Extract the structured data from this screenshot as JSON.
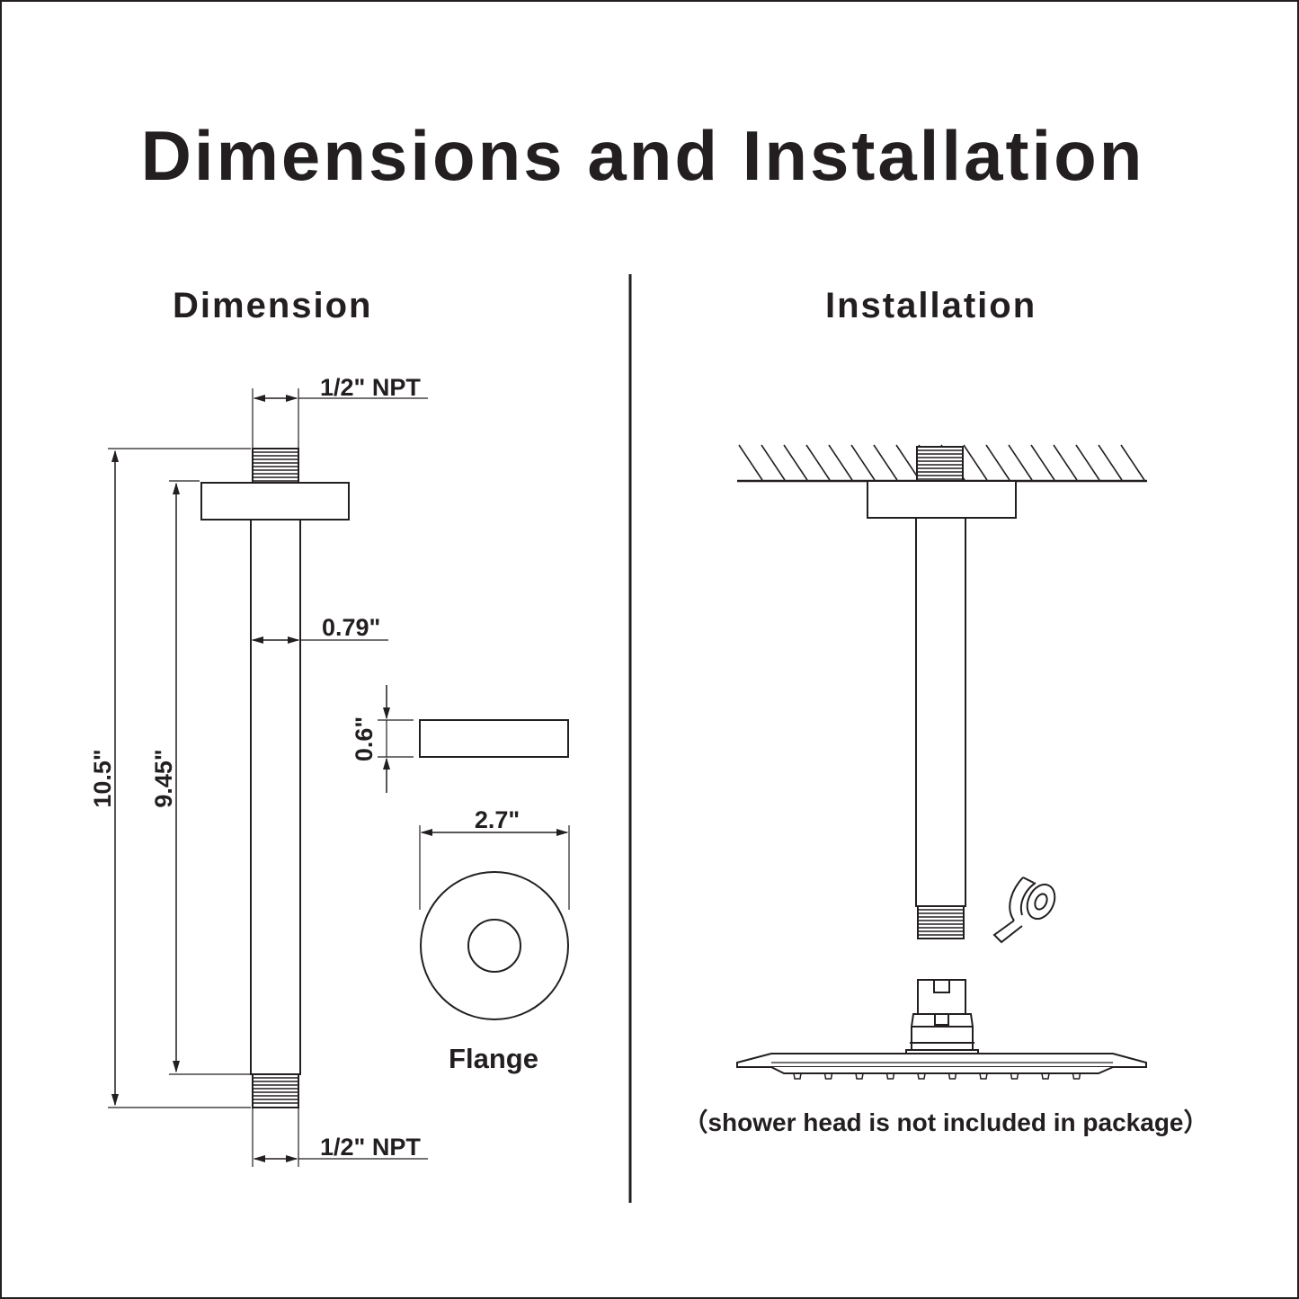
{
  "title": "Dimensions and Installation",
  "dimension_section": {
    "heading": "Dimension",
    "labels": {
      "npt_top": "1/2\" NPT",
      "npt_bottom": "1/2\" NPT",
      "pipe_diameter": "0.79\"",
      "total_length": "10.5\"",
      "pipe_length": "9.45\"",
      "flange_thickness": "0.6\"",
      "flange_diameter": "2.7\"",
      "flange_caption": "Flange"
    }
  },
  "installation_section": {
    "heading": "Installation",
    "note": "（shower head is not included in package）"
  },
  "colors": {
    "ink": "#231f20",
    "background": "#ffffff"
  }
}
